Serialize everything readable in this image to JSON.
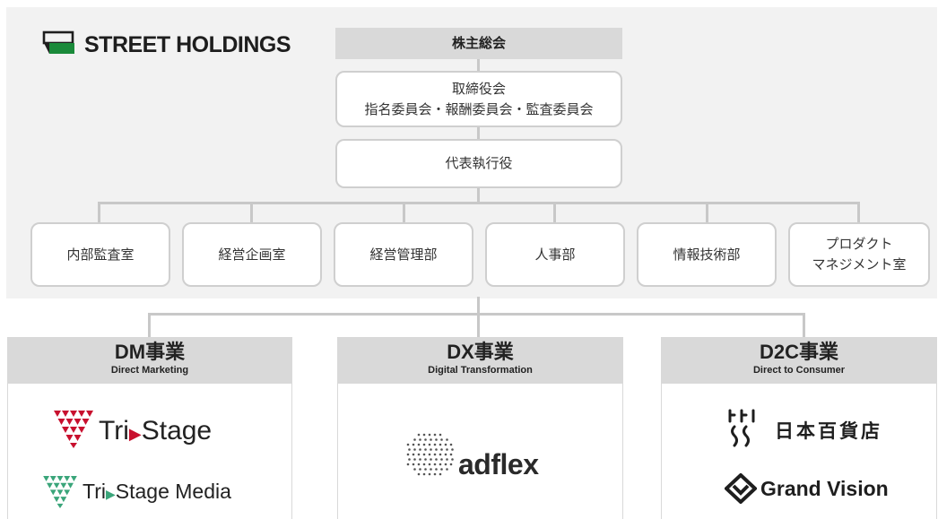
{
  "company": {
    "logo_text": "STREET HOLDINGS",
    "logo_color": "#1a8a3a"
  },
  "governance": {
    "shareholders": "株主総会",
    "board_line1": "取締役会",
    "board_line2": "指名委員会・報酬委員会・監査委員会",
    "ceo": "代表執行役"
  },
  "departments": [
    {
      "label_line1": "内部監査室",
      "label_line2": ""
    },
    {
      "label_line1": "経営企画室",
      "label_line2": ""
    },
    {
      "label_line1": "経営管理部",
      "label_line2": ""
    },
    {
      "label_line1": "人事部",
      "label_line2": ""
    },
    {
      "label_line1": "情報技術部",
      "label_line2": ""
    },
    {
      "label_line1": "プロダクト",
      "label_line2": "マネジメント室"
    }
  ],
  "divisions": [
    {
      "title": "DM事業",
      "subtitle": "Direct Marketing",
      "brands": [
        {
          "name_a": "Tri",
          "name_b": "Stage"
        },
        {
          "name_a": "Tri",
          "name_b": "Stage Media"
        }
      ]
    },
    {
      "title": "DX事業",
      "subtitle": "Digital Transformation",
      "brands": [
        {
          "name": "adflex"
        }
      ]
    },
    {
      "title": "D2C事業",
      "subtitle": "Direct to Consumer",
      "brands": [
        {
          "name": "日本百貨店"
        },
        {
          "name": "Grand Vision"
        }
      ]
    }
  ],
  "colors": {
    "panel": "#f2f2f2",
    "header": "#d9d9d9",
    "box_border": "#cfcfcf",
    "tristage_red": "#c8102e",
    "tristage_media_green": "#3aa57a"
  }
}
